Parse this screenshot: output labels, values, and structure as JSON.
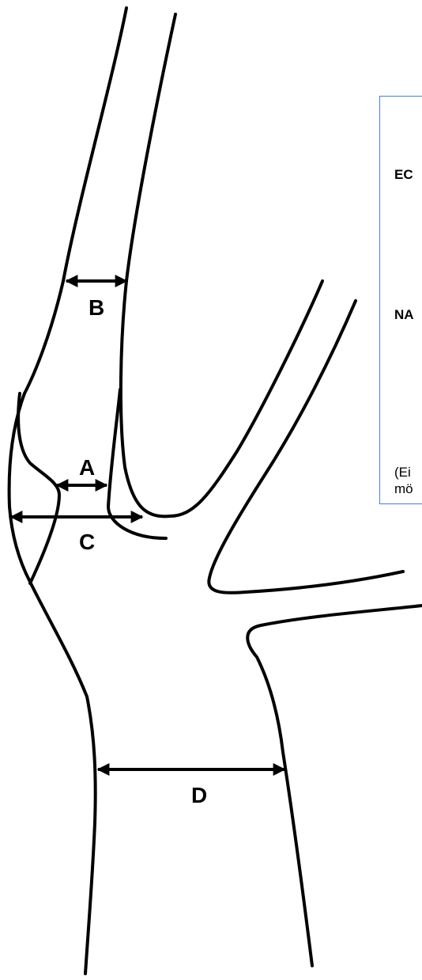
{
  "labels": {
    "A": "A",
    "B": "B",
    "C": "C",
    "D": "D"
  },
  "side_box": {
    "ec": "EC",
    "na": "NA",
    "note_line1": "(Ei",
    "note_line2": "mö"
  },
  "colors": {
    "stroke": "#000000",
    "box_border": "#4a7fd6"
  }
}
